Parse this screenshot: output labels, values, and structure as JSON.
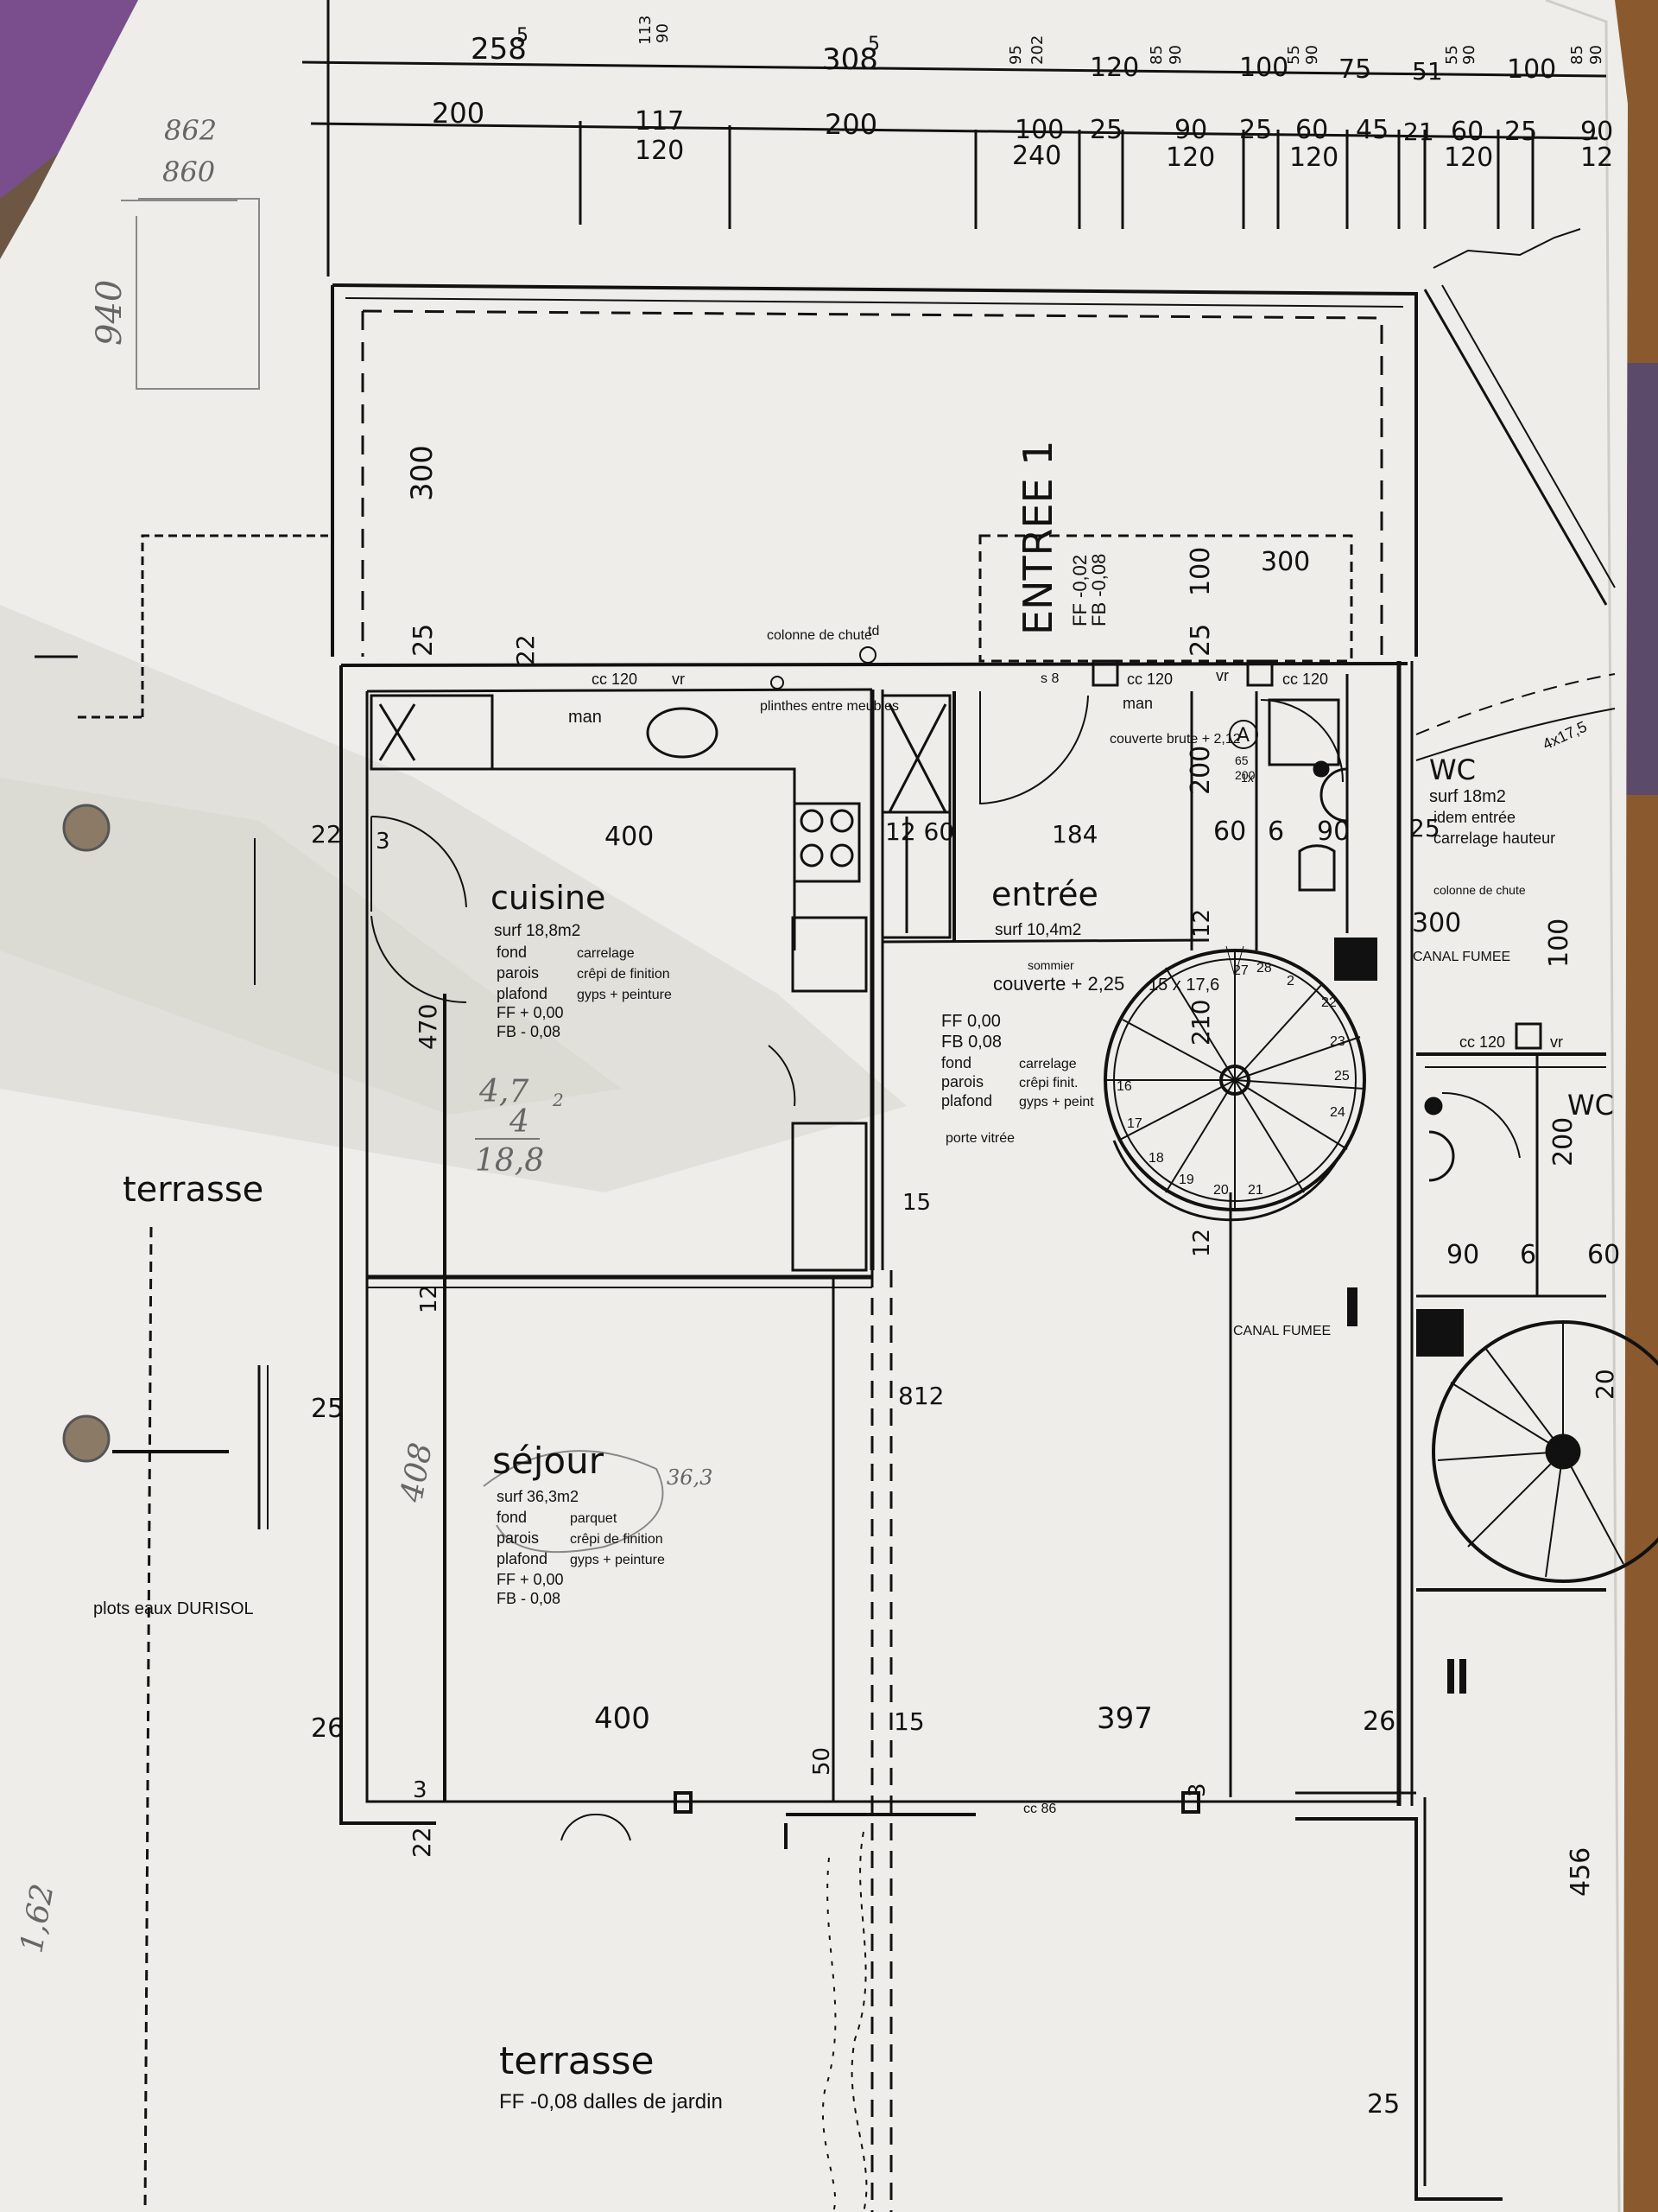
{
  "colors": {
    "paper": "#eeede9",
    "ink": "#111111",
    "pencil": "#777777",
    "purple_fabric": "#7a4d8c",
    "wood_table": "#8a5a2e",
    "shadow": "#c9c7c2"
  },
  "dims_top_row1": [
    "258",
    "5",
    "113",
    "90",
    "308",
    "5",
    "95",
    "202",
    "120",
    "85",
    "90",
    "100",
    "55",
    "90",
    "75",
    "51",
    "55",
    "90",
    "100",
    "85",
    "90"
  ],
  "dims_top_row2": [
    "200",
    "117",
    "120",
    "200",
    "100",
    "240",
    "25",
    "90",
    "120",
    "25",
    "60",
    "120",
    "45",
    "21",
    "60",
    "120",
    "25",
    "90",
    "12"
  ],
  "handwritten": {
    "top_a": "862",
    "top_b": "860",
    "side": "940",
    "calc_a": "4,7",
    "calc_b": "4",
    "calc_c": "18,8",
    "calc_exp": "2",
    "sejour_area": "36,3",
    "sejour_side": "408",
    "margin": "1,62"
  },
  "rooms": {
    "cuisine": {
      "name": "cuisine",
      "dim": "400",
      "surf": "surf 18,8m2",
      "fond_k": "fond",
      "fond_v": "carrelage",
      "parois_k": "parois",
      "parois_v": "crêpi de finition",
      "plafond_k": "plafond",
      "plafond_v": "gyps + peinture",
      "ff": "FF   + 0,00",
      "fb": "FB   - 0,08"
    },
    "entree": {
      "name": "entrée",
      "dim": "184",
      "surf": "surf 10,4m2",
      "sommier": "sommier",
      "couverte": "couverte + 2,25",
      "ff": "FF 0,00",
      "fb": "FB 0,08",
      "fond_k": "fond",
      "fond_v": "carrelage",
      "parois_k": "parois",
      "parois_v": "crêpi finit.",
      "plafond_k": "plafond",
      "plafond_v": "gyps + peint",
      "porte_vitree": "porte vitrée"
    },
    "sejour": {
      "name": "séjour",
      "surf": "surf 36,3m2",
      "fond_k": "fond",
      "fond_v": "parquet",
      "parois_k": "parois",
      "parois_v": "crêpi de finition",
      "plafond_k": "plafond",
      "plafond_v": "gyps + peinture",
      "ff": "FF   + 0,00",
      "fb": "FB   - 0,08"
    },
    "wc": {
      "name": "WC",
      "surf": "surf 18m2",
      "idem": "idem entrée",
      "carrelage": "carrelage hauteur"
    }
  },
  "labels": {
    "entree1": "ENTREE 1",
    "entree1_ff": "FF -0,02",
    "entree1_fb": "FB -0,08",
    "terrasse_left": "terrasse",
    "terrasse_bottom": "terrasse",
    "terrasse_bottom_sub": "FF -0,08  dalles de jardin",
    "plots_eaux": "plots eaux DURISOL",
    "colonne_chute": "colonne de chute",
    "colonne_chute2": "colonne de chute",
    "td": "td",
    "man": "man",
    "man2": "man",
    "couverte_brute": "couverte brute + 2,12",
    "cc120_a": "cc 120",
    "cc120_b": "cc 120",
    "cc120_c": "cc 120",
    "cc120_d": "cc 120",
    "vr_a": "vr",
    "vr_b": "vr",
    "vr_c": "vr",
    "cc86": "cc 86",
    "canal_fumee": "CANAL FUMEE",
    "canal_fumee2": "CANAL FUMEE",
    "plinthes": "plinthes entre meubles",
    "s8": "s 8",
    "escalier": "15 x 17,6",
    "wc_a": "A",
    "wc_65": "65",
    "wc_200": "200",
    "sejour_dim_a": "400",
    "sejour_dim_b": "397",
    "dim_812": "812",
    "dim_300_vert": "300",
    "dim_300_entree": "300",
    "dim_300_wc": "300",
    "dim_100_a": "100",
    "dim_100_b": "100",
    "dim_25_a": "25",
    "dim_25_b": "25",
    "dim_25_c": "25",
    "dim_25_d": "25",
    "dim_25_e": "25",
    "dim_22_a": "22",
    "dim_22_b": "22",
    "dim_22_c": "22",
    "dim_26_a": "26",
    "dim_26_b": "26",
    "dim_200_a": "200",
    "dim_200_b": "200",
    "dim_210": "210",
    "dim_12_a": "12",
    "dim_12_b": "12",
    "dim_12_c": "12",
    "dim_470": "470",
    "dim_456": "456",
    "dim_60_a": "60",
    "dim_60_b": "60",
    "dim_90_a": "90",
    "dim_90_b": "90",
    "dim_6_a": "6",
    "dim_6_b": "6",
    "dim_1260": "12 60",
    "dim_15_a": "15",
    "dim_15_b": "15",
    "dim_50": "50",
    "dim_3_a": "3",
    "dim_3_b": "3",
    "dim_3_c": "3",
    "dim_20": "20",
    "dim_4175": "4x17,5",
    "dim_kk": "1x",
    "stair_nums": [
      "27",
      "28",
      "2",
      "22",
      "23",
      "25",
      "24",
      "16",
      "17",
      "18",
      "19",
      "20",
      "21"
    ]
  }
}
